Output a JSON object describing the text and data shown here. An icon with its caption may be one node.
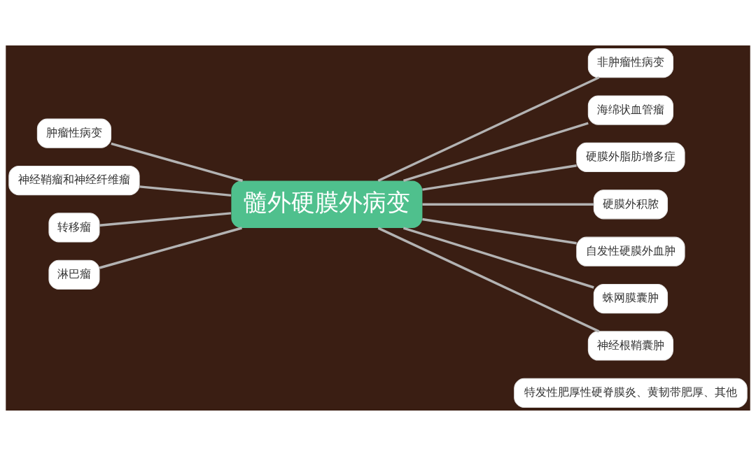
{
  "diagram": {
    "nodes": [
      {
        "text": [
          "髓外硬膜外病变"
        ]
      },
      {
        "text": [
          "肿瘤性病变"
        ]
      },
      {
        "text": [
          "神经鞘瘤和神经纤维瘤"
        ]
      },
      {
        "text": [
          "转移瘤"
        ]
      },
      {
        "text": [
          "淋巴瘤"
        ]
      },
      {
        "text": [
          "非肿瘤性病变"
        ]
      },
      {
        "text": [
          "海绵状血管瘤"
        ]
      },
      {
        "text": [
          "硬膜外脂肪增多症"
        ]
      },
      {
        "text": [
          "硬膜外积脓"
        ]
      },
      {
        "text": [
          "自发性硬膜外血肿"
        ]
      },
      {
        "text": [
          "蛛网膜囊肿"
        ]
      },
      {
        "text": [
          "神经根鞘囊肿"
        ]
      },
      {
        "text": [
          "特发性肥厚性硬脊膜炎、黄韧带肥厚、其他"
        ]
      }
    ],
    "edges": [
      {
        "from": 1,
        "to": 0,
        "arrow": "none"
      },
      {
        "from": 2,
        "to": 0,
        "arrow": "none"
      },
      {
        "from": 3,
        "to": 0,
        "arrow": "none"
      },
      {
        "from": 4,
        "to": 0,
        "arrow": "none"
      },
      {
        "from": 0,
        "to": 5,
        "arrow": "none"
      },
      {
        "from": 0,
        "to": 6,
        "arrow": "none"
      },
      {
        "from": 0,
        "to": 7,
        "arrow": "none"
      },
      {
        "from": 0,
        "to": 8,
        "arrow": "none"
      },
      {
        "from": 0,
        "to": 9,
        "arrow": "none"
      },
      {
        "from": 0,
        "to": 10,
        "arrow": "none"
      },
      {
        "from": 0,
        "to": 11,
        "arrow": "none"
      }
    ]
  }
}
